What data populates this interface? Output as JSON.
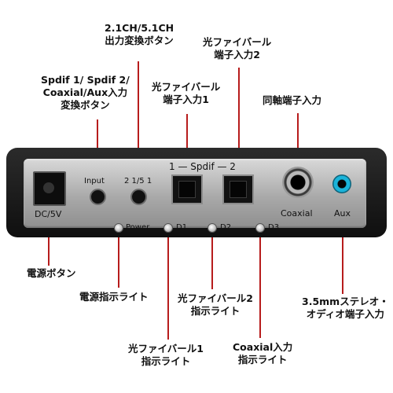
{
  "device": {
    "dc_label": "DC/5V",
    "input_label": "Input",
    "channel_label": "2 1/5 1",
    "spdif_header": "1 — Spdif — 2",
    "power_label": "Power",
    "d1_label": "D1",
    "d2_label": "D2",
    "d3_label": "D3",
    "coaxial_label": "Coaxial",
    "aux_label": "Aux"
  },
  "callouts": {
    "channel_switch": [
      "2.1CH/5.1CH",
      "出力変換ボタン"
    ],
    "input_switch": [
      "Spdif 1/ Spdif 2/",
      "Coaxial/Aux入力",
      "変換ボタン"
    ],
    "optical_1": [
      "光ファイバール",
      "端子入力1"
    ],
    "optical_2": [
      "光ファイバール",
      "端子入力2"
    ],
    "coaxial_in": [
      "同軸端子入力"
    ],
    "power_button": [
      "電源ボタン"
    ],
    "power_led": [
      "電源指示ライト"
    ],
    "optical_2_led": [
      "光ファイバール2",
      "指示ライト"
    ],
    "aux_in": [
      "3.5mmステレオ・",
      "オディオ端子入力"
    ],
    "optical_1_led": [
      "光ファイバール1",
      "指示ライト"
    ],
    "coaxial_led": [
      "Coaxial入力",
      "指示ライト"
    ]
  },
  "colors": {
    "leader": "#b71c1c",
    "aux_ring": "#1ab3d9"
  }
}
